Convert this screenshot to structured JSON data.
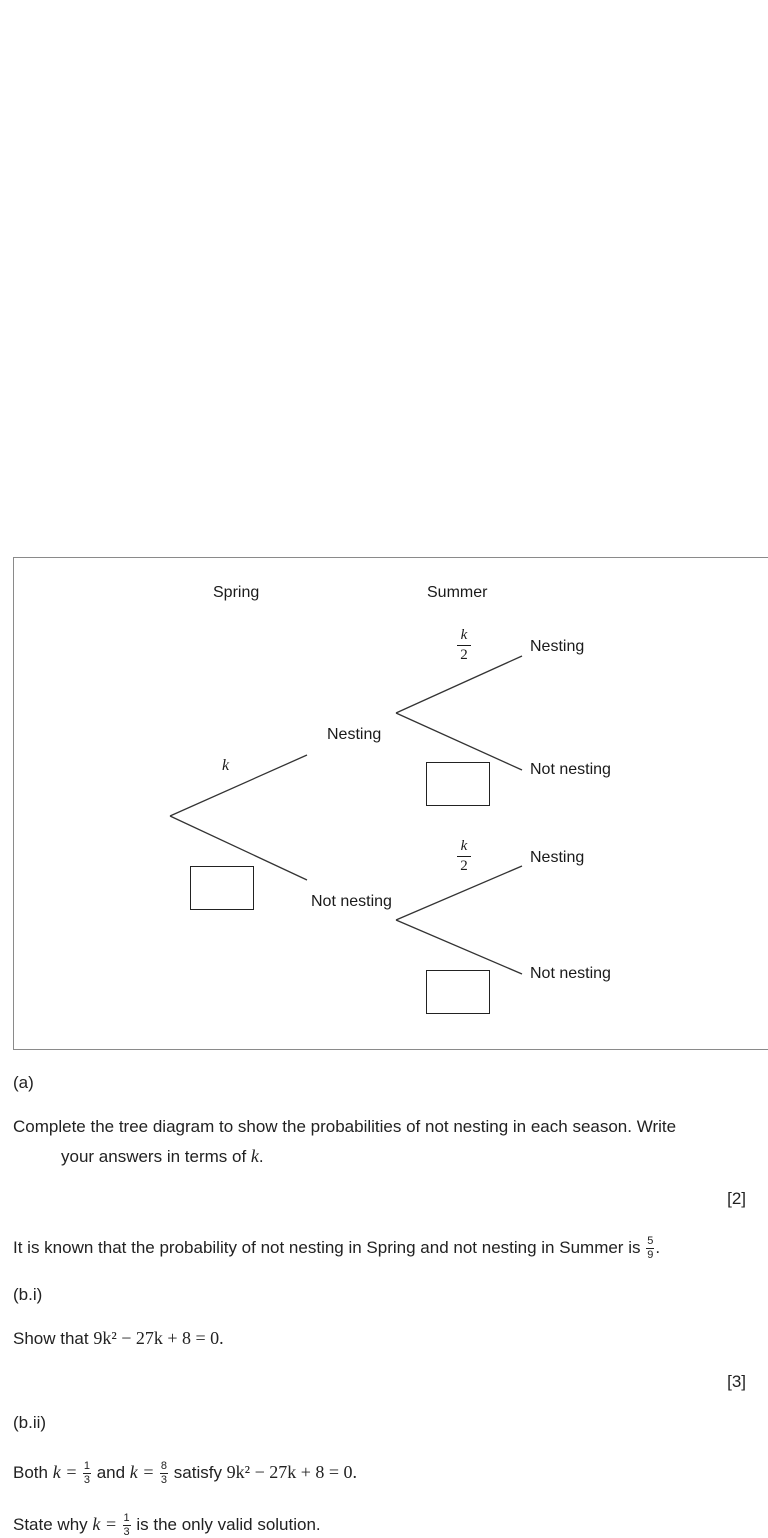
{
  "diagram": {
    "header_spring": "Spring",
    "header_summer": "Summer",
    "spring_nesting_prob": "k",
    "spring_branch_nesting": "Nesting",
    "spring_branch_not_nesting": "Not nesting",
    "summer_prob_upper": {
      "numerator": "k",
      "denominator": "2"
    },
    "summer_prob_lower": {
      "numerator": "k",
      "denominator": "2"
    },
    "upper_outcome_nesting": "Nesting",
    "upper_outcome_not_nesting": "Not nesting",
    "lower_outcome_nesting": "Nesting",
    "lower_outcome_not_nesting": "Not nesting"
  },
  "part_a": {
    "label": "(a)",
    "line1": "Complete the tree diagram to show the probabilities of not nesting in each season. Write",
    "line2_text": "your answers in terms of ",
    "line2_var": "k",
    "line2_end": ".",
    "marks": "[2]"
  },
  "stem": {
    "text": "It is known that the probability of not nesting in Spring and not nesting in Summer is ",
    "frac_num": "5",
    "frac_den": "9",
    "end": "."
  },
  "part_bi": {
    "label": "(b.i)",
    "prefix": "Show that ",
    "equation": "9k² − 27k + 8 = 0.",
    "marks": "[3]"
  },
  "part_bii": {
    "label": "(b.ii)",
    "both": "Both ",
    "k_eq1": "k = ",
    "frac1_num": "1",
    "frac1_den": "3",
    "and": " and ",
    "k_eq2": "k = ",
    "frac2_num": "8",
    "frac2_den": "3",
    "satisfy": " satisfy ",
    "equation": "9k² − 27k + 8 = 0.",
    "state_prefix": "State why ",
    "state_k": "k = ",
    "state_frac_num": "1",
    "state_frac_den": "3",
    "state_suffix": " is the only valid solution."
  }
}
